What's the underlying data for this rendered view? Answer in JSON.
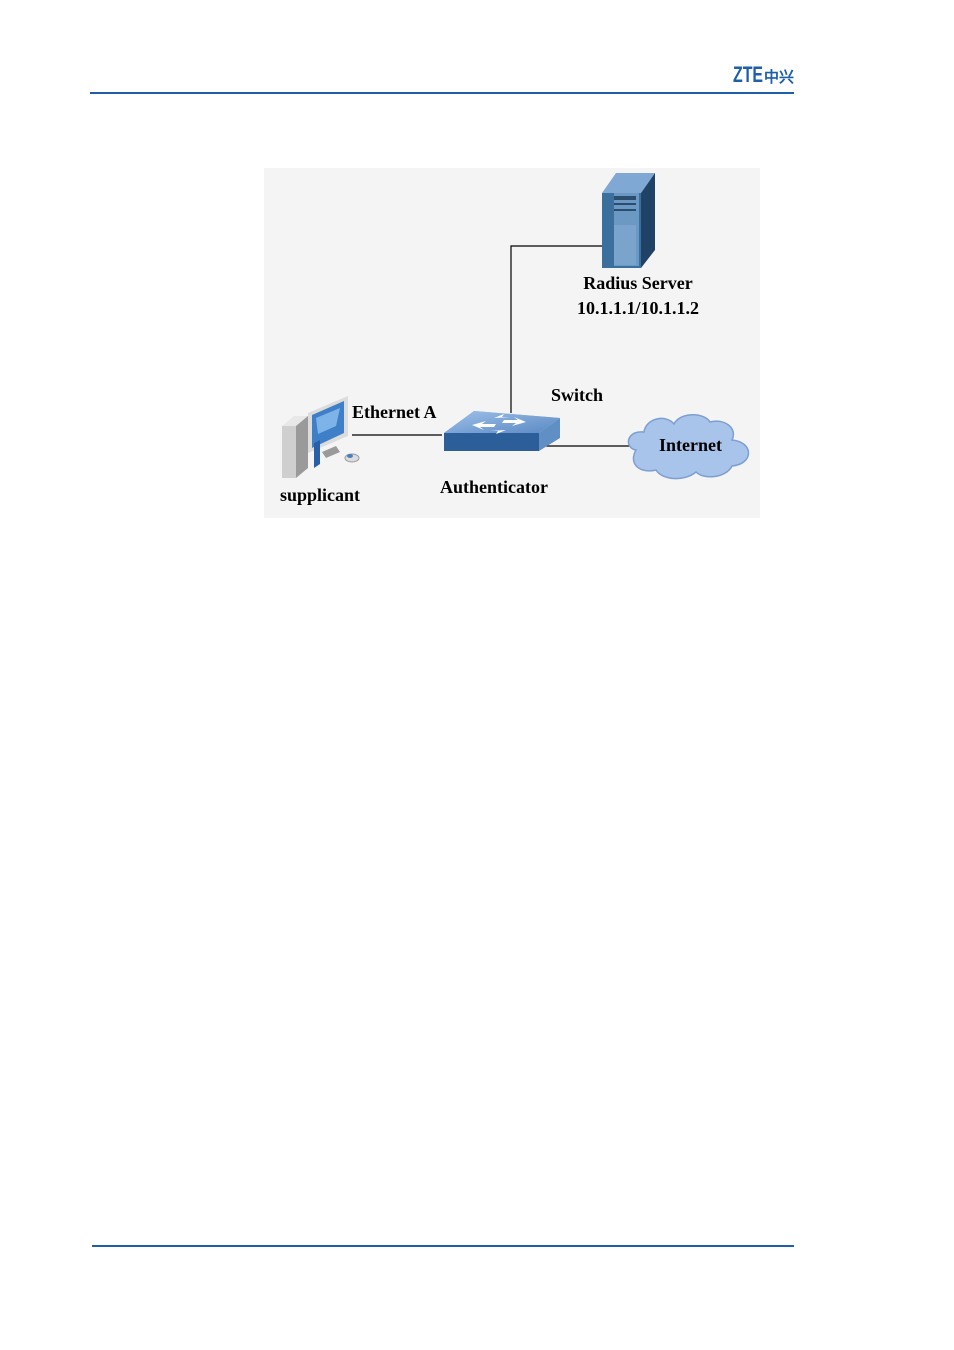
{
  "header": {
    "logo_latin": "ZTE",
    "logo_cjk": "中兴",
    "brand_color": "#1f5ea8"
  },
  "diagram": {
    "nodes": {
      "radius_server": {
        "name": "Radius Server",
        "ip": "10.1.1.1/10.1.1.2",
        "icon": "server-tower-icon"
      },
      "switch": {
        "name": "Switch",
        "role": "Authenticator",
        "icon": "switch-icon"
      },
      "supplicant": {
        "name": "supplicant",
        "icon": "pc-workstation-icon"
      },
      "internet": {
        "name": "Internet",
        "icon": "cloud-icon"
      }
    },
    "links": {
      "supplicant_switch": "Ethernet A"
    },
    "colors": {
      "device_blue": "#5b8fc9",
      "server_dark": "#2f5d86",
      "cloud": "#a9c4ea",
      "line": "#000000",
      "background": "#f4f4f4"
    }
  }
}
